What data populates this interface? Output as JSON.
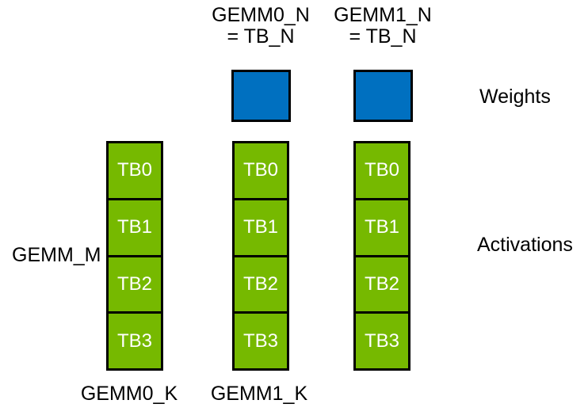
{
  "diagram": {
    "top_labels": [
      {
        "line1": "GEMM0_N",
        "line2": "= TB_N"
      },
      {
        "line1": "GEMM1_N",
        "line2": "= TB_N"
      }
    ],
    "weights_label": "Weights",
    "activations_label": "Activations",
    "gemm_m_label": "GEMM_M",
    "bottom_labels": [
      "GEMM0_K",
      "GEMM1_K"
    ],
    "columns": [
      {
        "cells": [
          "TB0",
          "TB1",
          "TB2",
          "TB3"
        ]
      },
      {
        "cells": [
          "TB0",
          "TB1",
          "TB2",
          "TB3"
        ]
      },
      {
        "cells": [
          "TB0",
          "TB1",
          "TB2",
          "TB3"
        ]
      }
    ],
    "colors": {
      "weights_fill": "#0070C0",
      "activations_fill": "#76B900",
      "border": "#000000",
      "tb_text": "#FFFFFF",
      "label_text": "#000000"
    }
  }
}
